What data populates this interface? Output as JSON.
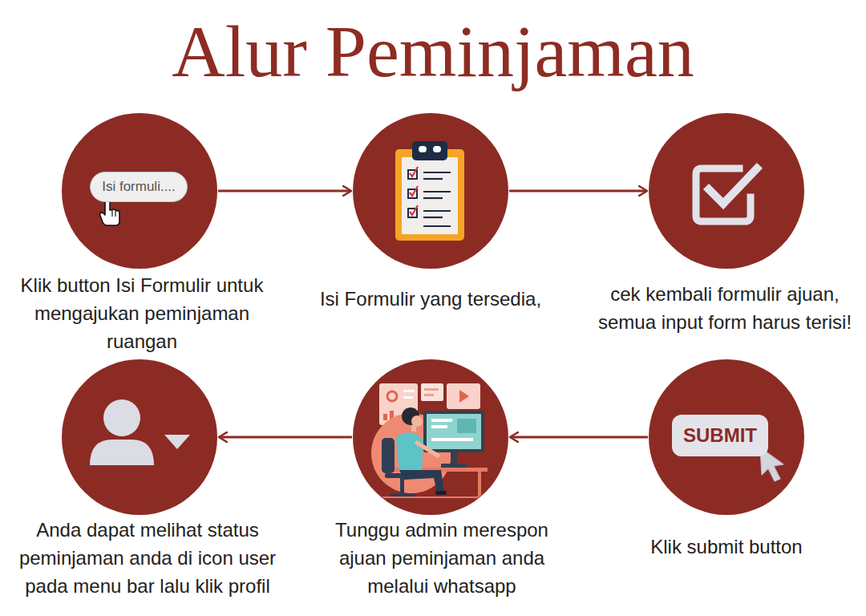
{
  "diagram": {
    "title": "Alur Peminjaman",
    "nodes": [
      {
        "text": [
          "Klik button Isi Formulir untuk mengajukan peminjaman ruangan"
        ]
      },
      {
        "text": [
          "Isi formuli...."
        ],
        "in": 0
      },
      {
        "text": [
          "Isi Formulir yang tersedia,"
        ]
      },
      {
        "text": [
          "cek kembali formulir ajuan, semua input form harus terisi!"
        ]
      },
      {
        "text": [
          "Klik submit button"
        ]
      },
      {
        "text": [
          "SUBMIT"
        ],
        "in": 4
      },
      {
        "text": [
          "Tunggu admin merespon ajuan peminjaman anda melalui whatsapp"
        ]
      },
      {
        "text": [
          "Anda dapat melihat status peminjaman anda di icon user pada menu bar lalu klik profil"
        ]
      }
    ],
    "edges": [
      {
        "from": 0,
        "to": 2,
        "arrow": "to"
      },
      {
        "from": 2,
        "to": 3,
        "arrow": "to"
      },
      {
        "from": 4,
        "to": 6,
        "arrow": "to"
      },
      {
        "from": 6,
        "to": 7,
        "arrow": "to"
      }
    ]
  }
}
